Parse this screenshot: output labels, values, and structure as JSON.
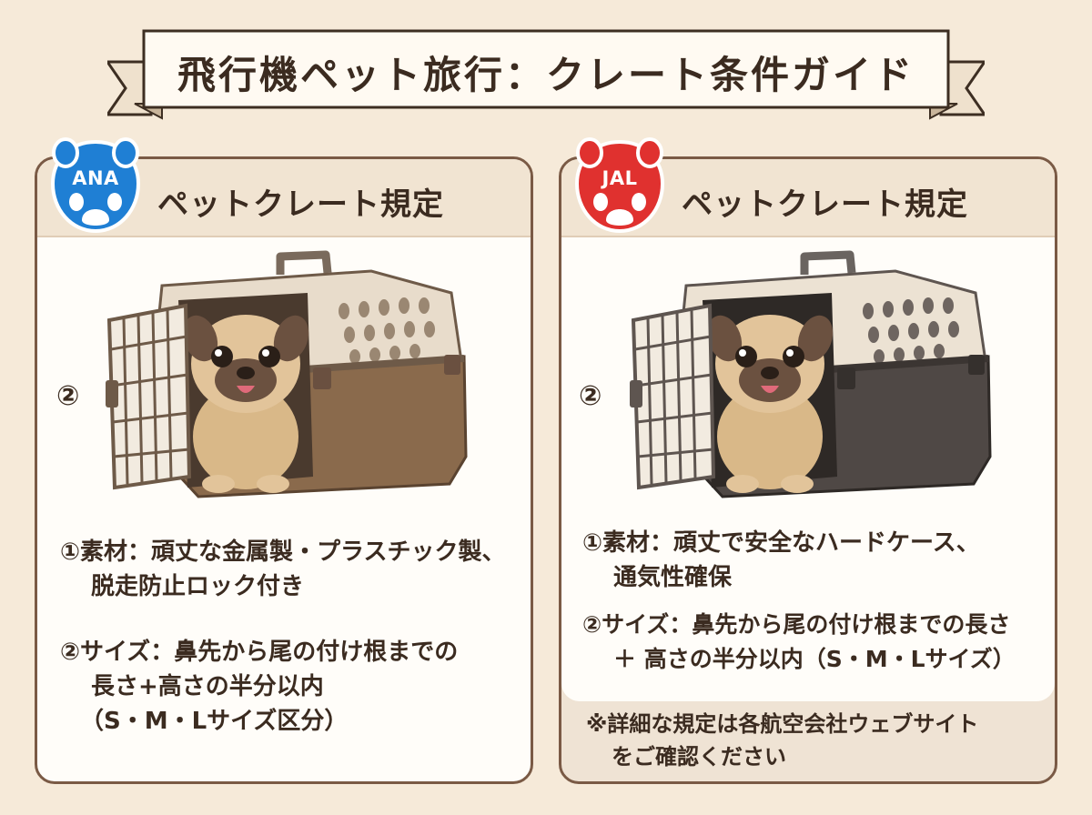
{
  "banner": {
    "title": "飛行機ペット旅行：クレート条件ガイド"
  },
  "ana": {
    "badge": "ANA",
    "title": "ペットクレート規定",
    "marker": "②",
    "material_lines": [
      "①素材：頑丈な金属製・プラスチック製、",
      "脱走防止ロック付き"
    ],
    "size_lines": [
      "②サイズ：鼻先から尾の付け根までの",
      "長さ+高さの半分以内",
      "（S・M・Lサイズ区分）"
    ],
    "badge_color": "#1f7fd4",
    "crate_base_color": "#8a6a4c"
  },
  "jal": {
    "badge": "JAL",
    "title": "ペットクレート規定",
    "marker": "②",
    "material_lines": [
      "①素材：頑丈で安全なハードケース、",
      "通気性確保"
    ],
    "size_lines": [
      "②サイズ：鼻先から尾の付け根までの長さ",
      "＋ 高さの半分以内（S・M・Lサイズ）"
    ],
    "badge_color": "#e0312f",
    "crate_base_color": "#4f4845"
  },
  "note_lines": [
    "※詳細な規定は各航空会社ウェブサイト",
    "をご確認ください"
  ]
}
